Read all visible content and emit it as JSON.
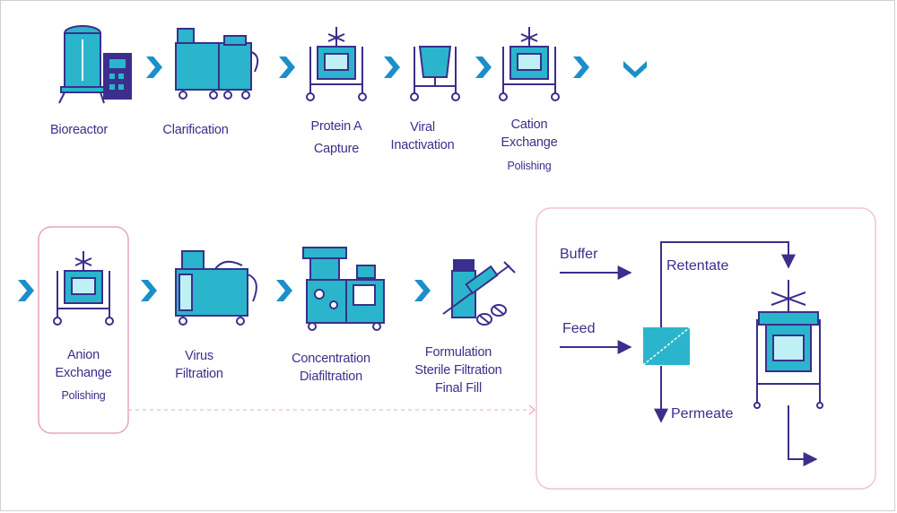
{
  "steps": {
    "bioreactor": [
      "Bioreactor"
    ],
    "clarification": [
      "Clarification"
    ],
    "protein_a": [
      "Protein A",
      "Capture"
    ],
    "viral": [
      "Viral",
      "Inactivation"
    ],
    "cation": [
      "Cation",
      "Exchange",
      "Polishing"
    ],
    "anion": [
      "Anion",
      "Exchange",
      "Polishing"
    ],
    "virus_filtration": [
      "Virus",
      "Filtration"
    ],
    "concentration": [
      "Concentration",
      "Diafiltration"
    ],
    "formulation": [
      "Formulation",
      "Sterile Filtration",
      "Final Fill"
    ]
  },
  "process_diagram": {
    "buffer": "Buffer",
    "feed": "Feed",
    "retentate": "Retentate",
    "permeate": "Permeate"
  },
  "colors": {
    "teal": "#2bb5cc",
    "navy": "#3a2f8c",
    "accent_pink": "#e8a3c0",
    "arrow_blue": "#1b8fc9",
    "frame": "#cfcfcf"
  }
}
